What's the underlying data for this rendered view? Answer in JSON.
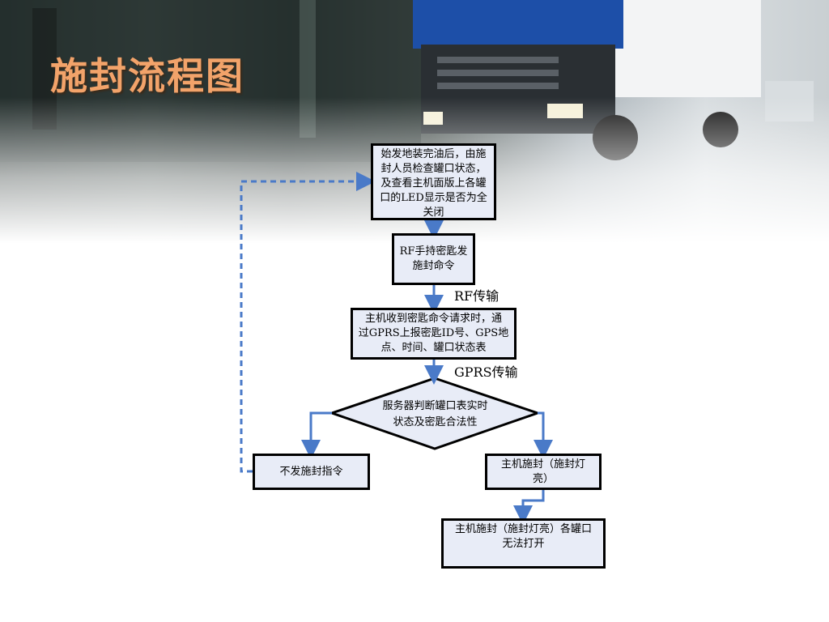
{
  "slide": {
    "title": "施封流程图"
  },
  "flowchart": {
    "start_box": "始发地装完油后，由施\n封人员检查罐口状态，\n及查看主机面版上各罐\n口的LED显示是否为全\n关闭",
    "rf_box": "RF手持密匙发\n施封命令",
    "rf_label": "RF传输",
    "receive_box": "主机收到密匙命令请求时，通\n过GPRS上报密匙ID号、GPS地\n点、时间、罐口状态表",
    "gprs_label": "GPRS传输",
    "decision": "服务器判断罐口表实时\n状态及密匙合法性",
    "no_send_box": "不发施封指令",
    "seal_box": "主机施封（施封灯\n亮）",
    "final_box": "主机施封（施封灯亮）各罐口\n无法打开"
  },
  "colors": {
    "title": "#f2a36a",
    "arrow": "#4a7ac8",
    "box_fill": "#e8ecf7",
    "box_border": "#000000"
  }
}
